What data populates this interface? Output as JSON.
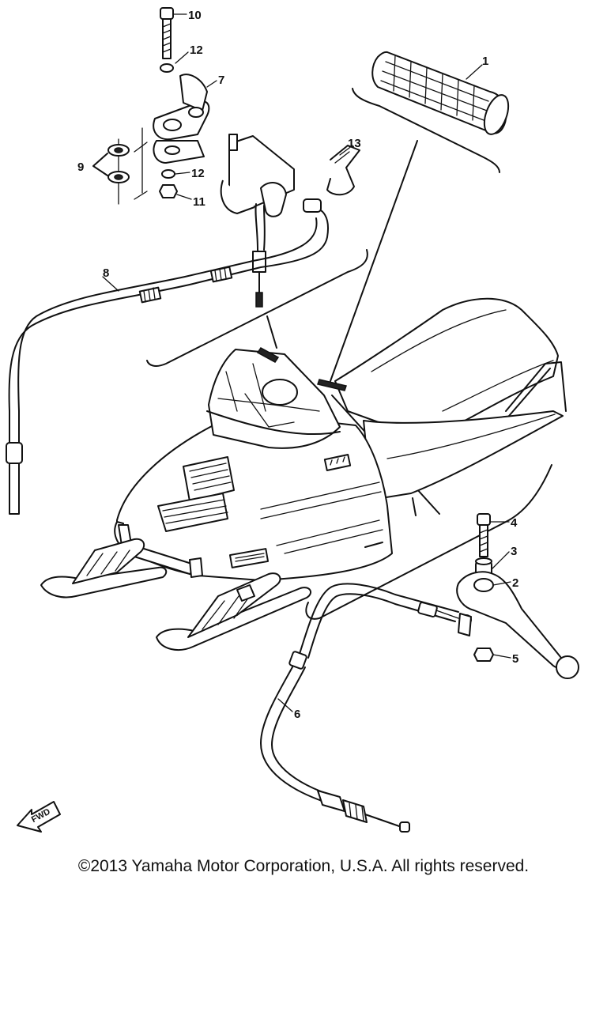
{
  "callouts": [
    {
      "id": "1",
      "label": "1"
    },
    {
      "id": "2",
      "label": "2"
    },
    {
      "id": "3",
      "label": "3"
    },
    {
      "id": "4",
      "label": "4"
    },
    {
      "id": "5",
      "label": "5"
    },
    {
      "id": "6",
      "label": "6"
    },
    {
      "id": "7",
      "label": "7"
    },
    {
      "id": "8",
      "label": "8"
    },
    {
      "id": "9",
      "label": "9"
    },
    {
      "id": "10",
      "label": "10"
    },
    {
      "id": "11",
      "label": "11"
    },
    {
      "id": "12a",
      "label": "12"
    },
    {
      "id": "12b",
      "label": "12"
    },
    {
      "id": "13",
      "label": "13"
    }
  ],
  "fwd_label": "FWD",
  "copyright": "©2013 Yamaha Motor Corporation, U.S.A. All rights reserved."
}
